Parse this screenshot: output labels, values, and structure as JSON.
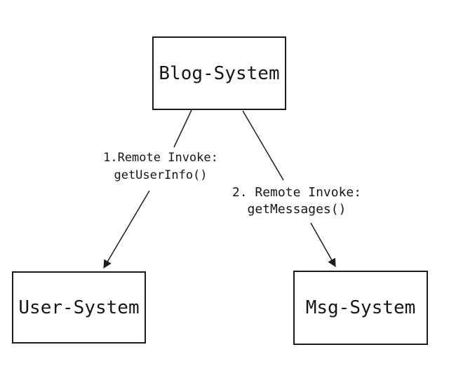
{
  "diagram": {
    "type": "architecture-flow",
    "background_color": "#ffffff",
    "node_border_color": "#1c1c1c",
    "edge_color": "#1c1c1c",
    "text_color": "#161616",
    "nodes": [
      {
        "id": "blog-system",
        "label": "Blog-System"
      },
      {
        "id": "user-system",
        "label": "User-System"
      },
      {
        "id": "msg-system",
        "label": "Msg-System"
      }
    ],
    "edges": [
      {
        "from": "Blog-System",
        "to": "User-System",
        "label_line1": "1.Remote Invoke:",
        "label_line2": "getUserInfo()"
      },
      {
        "from": "Blog-System",
        "to": "Msg-System",
        "label_line1": "2. Remote Invoke:",
        "label_line2": "getMessages()"
      }
    ]
  }
}
